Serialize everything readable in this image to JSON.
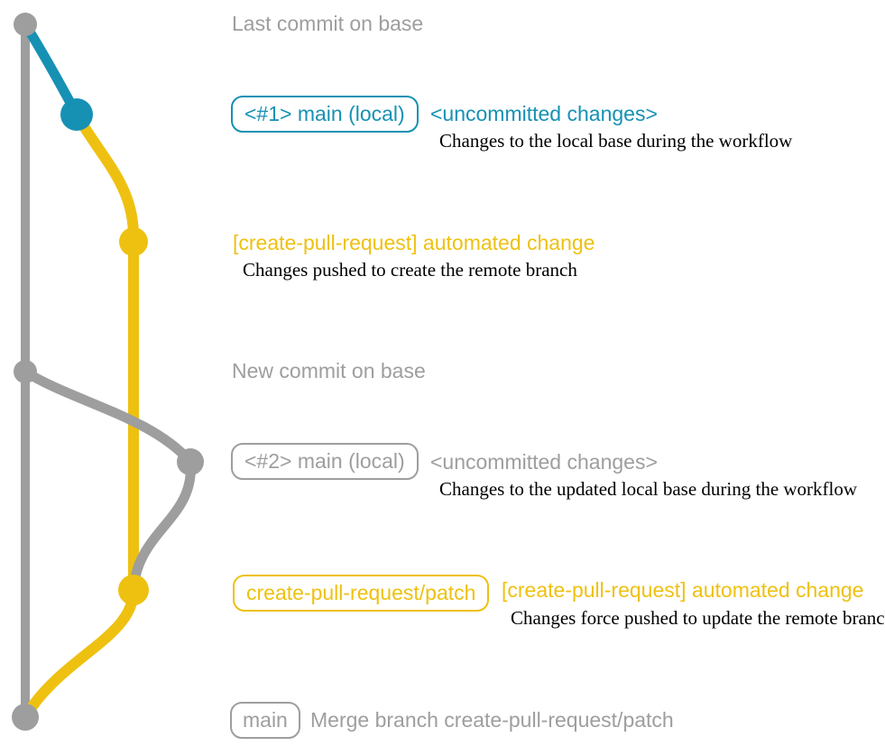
{
  "colors": {
    "branch_blue": "#1691B4",
    "branch_yellow": "#EEC111",
    "branch_gray": "#9E9E9E",
    "description_black": "#000000",
    "background": "#FFFFFF"
  },
  "graph": {
    "branches": [
      {
        "name": "base (main remote)",
        "color_key": "branch_gray"
      },
      {
        "name": "main (local) #1",
        "color_key": "branch_blue"
      },
      {
        "name": "create-pull-request/patch",
        "color_key": "branch_yellow"
      },
      {
        "name": "main (local) #2",
        "color_key": "branch_gray"
      }
    ],
    "commits": [
      {
        "id": "last-commit-on-base",
        "branch": "base"
      },
      {
        "id": "local-main-1-uncommitted",
        "branch": "main (local) #1"
      },
      {
        "id": "pr-automated-change-1",
        "branch": "create-pull-request/patch"
      },
      {
        "id": "new-commit-on-base",
        "branch": "base"
      },
      {
        "id": "local-main-2-uncommitted",
        "branch": "main (local) #2"
      },
      {
        "id": "pr-automated-change-2",
        "branch": "create-pull-request/patch"
      },
      {
        "id": "merge-commit",
        "branch": "base"
      }
    ]
  },
  "rows": {
    "last_commit": {
      "title": "Last commit on base"
    },
    "local_main_1": {
      "badge": "<#1> main (local)",
      "status": "<uncommitted changes>",
      "description": "Changes to the local base during the workflow"
    },
    "pr_commit_1": {
      "label": "[create-pull-request] automated change",
      "description": "Changes pushed to create the remote branch"
    },
    "new_commit": {
      "title": "New commit on base"
    },
    "local_main_2": {
      "badge": "<#2> main (local)",
      "status": "<uncommitted changes>",
      "description": "Changes to the updated local base during the workflow"
    },
    "pr_commit_2": {
      "badge": "create-pull-request/patch",
      "label": "[create-pull-request] automated change",
      "description": "Changes force pushed to update the remote branch"
    },
    "merge_commit": {
      "badge": "main",
      "label": "Merge branch create-pull-request/patch"
    }
  }
}
